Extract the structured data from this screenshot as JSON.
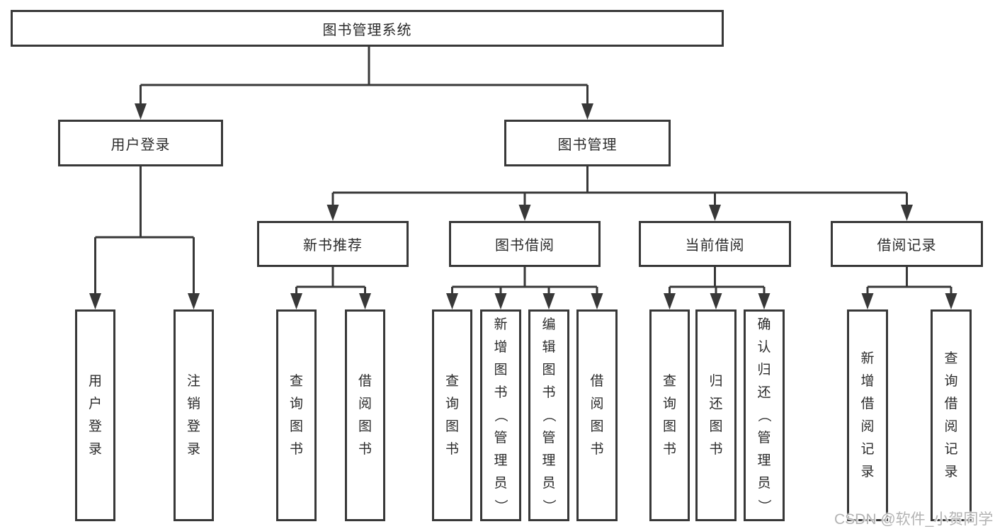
{
  "tree": {
    "label": "图书管理系统",
    "children": [
      {
        "label": "用户登录",
        "children": [
          {
            "label": "用户登录"
          },
          {
            "label": "注销登录"
          }
        ]
      },
      {
        "label": "图书管理",
        "children": [
          {
            "label": "新书推荐",
            "children": [
              {
                "label": "查询图书"
              },
              {
                "label": "借阅图书"
              }
            ]
          },
          {
            "label": "图书借阅",
            "children": [
              {
                "label": "查询图书"
              },
              {
                "label": "新增图书（管理员）"
              },
              {
                "label": "编辑图书（管理员）"
              },
              {
                "label": "借阅图书"
              }
            ]
          },
          {
            "label": "当前借阅",
            "children": [
              {
                "label": "查询图书"
              },
              {
                "label": "归还图书"
              },
              {
                "label": "确认归还（管理员）"
              }
            ]
          },
          {
            "label": "借阅记录",
            "children": [
              {
                "label": "新增借阅记录"
              },
              {
                "label": "查询借阅记录"
              }
            ]
          }
        ]
      }
    ]
  },
  "watermark": "CSDN @软件_小贺同学",
  "colors": {
    "line": "#383838",
    "text": "#2b2b2b",
    "watermark": "#b3b3b3",
    "background": "#ffffff"
  }
}
